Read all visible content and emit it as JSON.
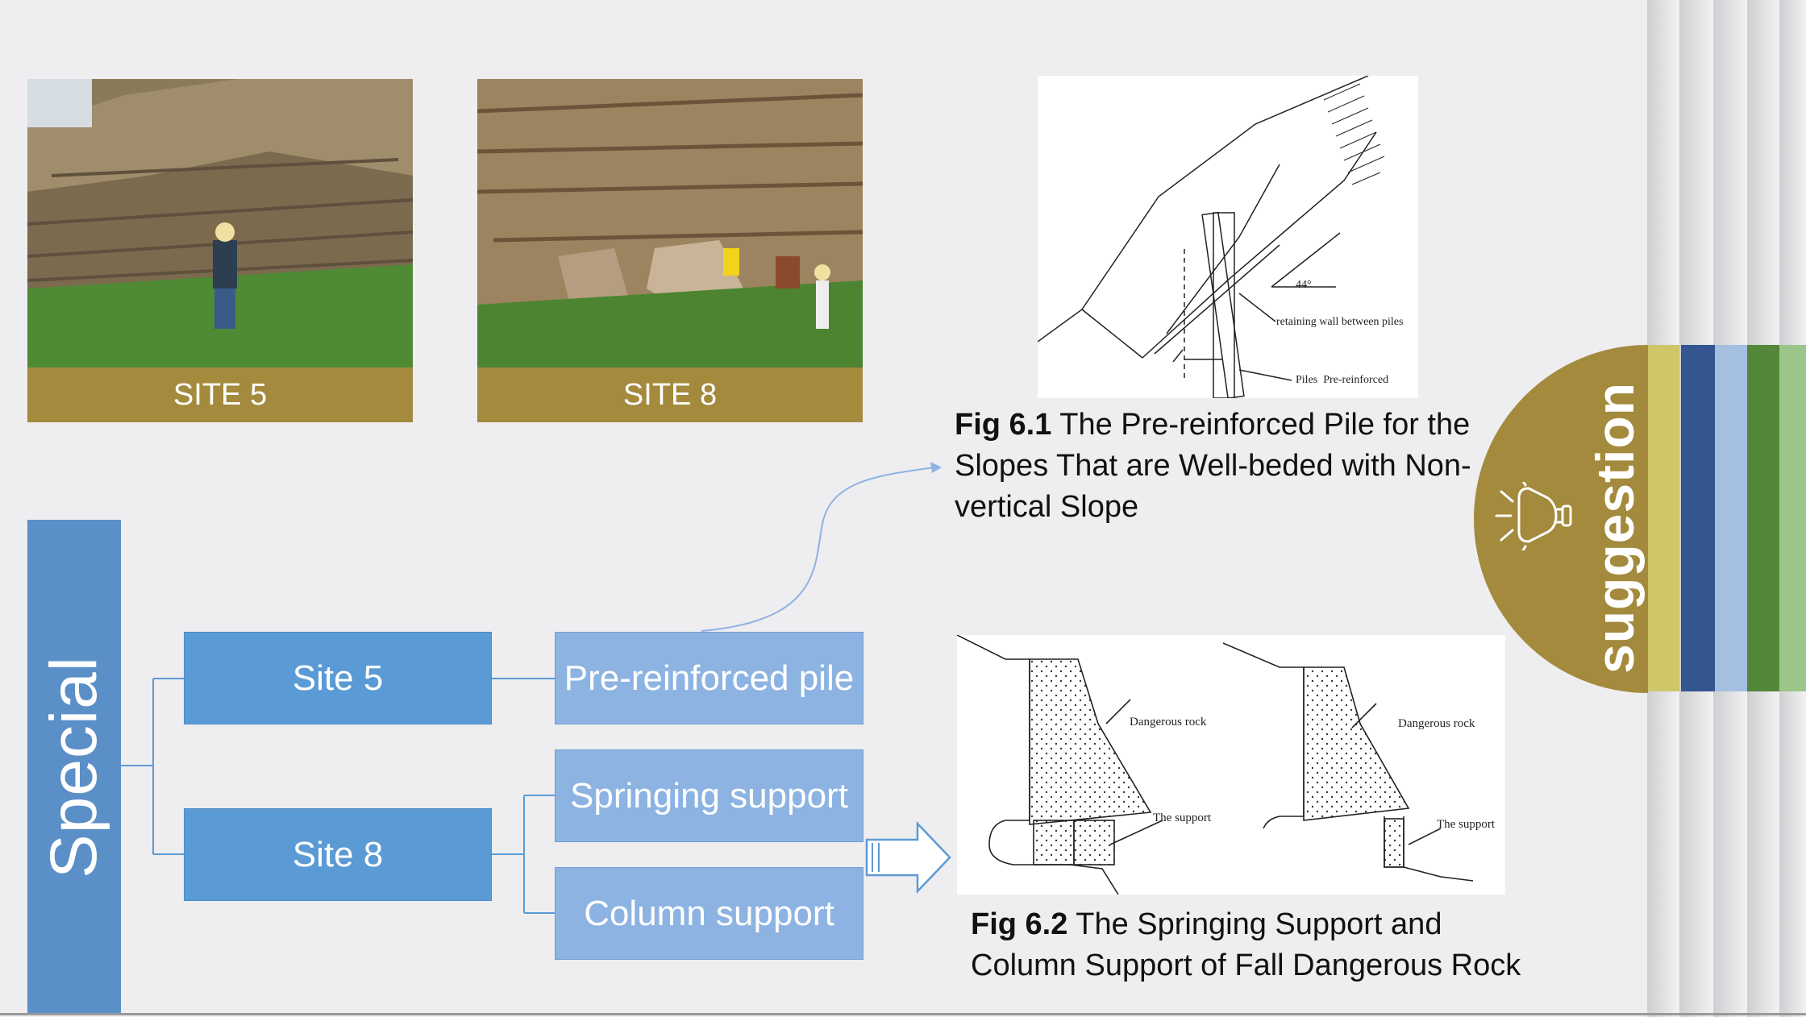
{
  "photos": [
    {
      "label": "SITE 5"
    },
    {
      "label": "SITE 8"
    }
  ],
  "figures": {
    "fig1": {
      "caption_bold": "Fig 6.1",
      "caption_line1": " The Pre-reinforced Pile for the",
      "caption_line2": "Slopes That are Well-beded with Non-",
      "caption_line3": "vertical Slope",
      "angle_label": "44°",
      "wall_label": "retaining wall between piles",
      "pile_label": "Piles  Pre-reinforced"
    },
    "fig2": {
      "caption_bold": "Fig 6.2",
      "caption_line1": " The Springing Support and",
      "caption_line2": "Column Support of Fall Dangerous Rock",
      "rock_label_left": "Dangerous rock",
      "rock_label_right": "Dangerous rock",
      "support_label_left": "The support",
      "support_label_right": "The support"
    }
  },
  "flow": {
    "root": "Special",
    "site5": "Site 5",
    "site8": "Site 8",
    "pile": "Pre-reinforced pile",
    "springing": "Springing support",
    "column": "Column support"
  },
  "side_tab": {
    "label": "suggestion",
    "icon": "lightbulb-icon"
  },
  "colors": {
    "gold": "#a38a3c",
    "blue_dark": "#5b9bd5",
    "blue_light": "#8db3e2"
  }
}
